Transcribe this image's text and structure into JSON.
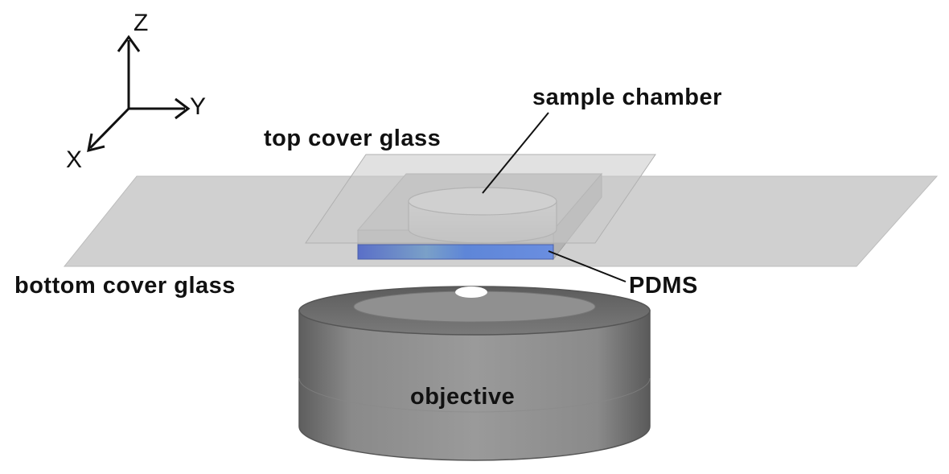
{
  "axes": {
    "z_label": "Z",
    "y_label": "Y",
    "x_label": "X"
  },
  "labels": {
    "sample_chamber": "sample chamber",
    "top_cover_glass": "top cover glass",
    "bottom_cover_glass": "bottom cover glass",
    "pdms": "PDMS",
    "objective": "objective"
  },
  "colors": {
    "glass": "#c6c6c6",
    "pdms": "#6f8fd6",
    "objective_body": "#7d7d7d",
    "objective_top": "#6a6a6a",
    "text": "#111111"
  }
}
